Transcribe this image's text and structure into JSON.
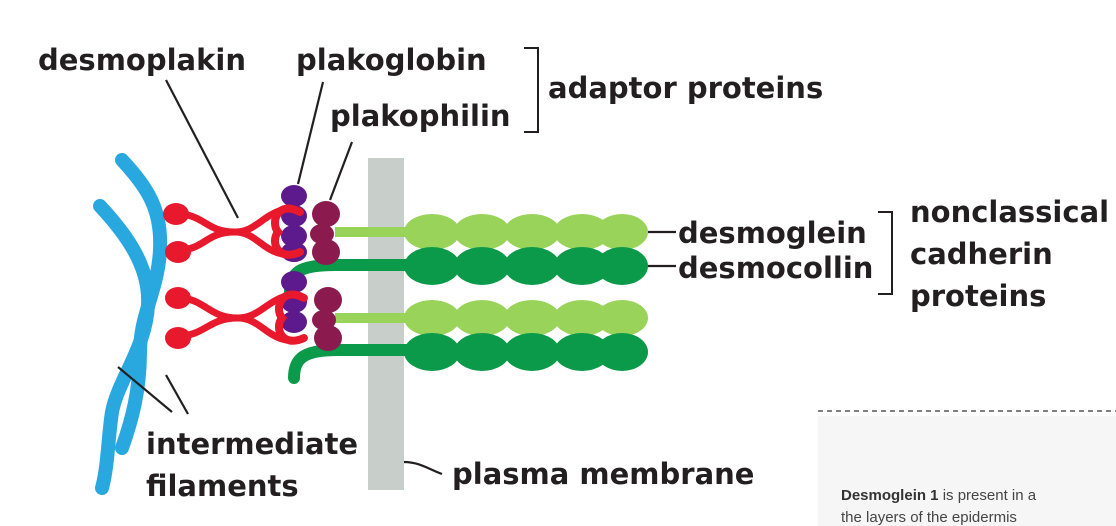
{
  "labels": {
    "desmoplakin": "desmoplakin",
    "plakoglobin": "plakoglobin",
    "plakophilin": "plakophilin",
    "adaptor_proteins": "adaptor proteins",
    "desmoglein": "desmoglein",
    "desmocollin": "desmocollin",
    "nonclassical": "nonclassical",
    "cadherin": "cadherin",
    "proteins": "proteins",
    "intermediate": "intermediate",
    "filaments": "filaments",
    "plasma_membrane": "plasma membrane"
  },
  "inset": {
    "bold_text": "Desmoglein 1",
    "text": " is present in a",
    "line2": "the layers of the epidermis"
  },
  "colors": {
    "filament_blue": "#29a8e0",
    "desmoplakin_red": "#e8192c",
    "plakoglobin_purple": "#5c1a8c",
    "plakophilin_maroon": "#8b1a4f",
    "desmoglein_lightgreen": "#99d35a",
    "desmocollin_green": "#0a9a49",
    "membrane_gray": "#c8cfcb"
  }
}
